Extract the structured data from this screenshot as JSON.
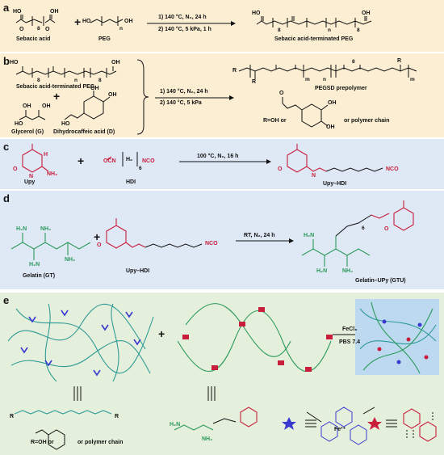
{
  "panels": {
    "a": {
      "label": "a",
      "sebacic_label": "Sebacic acid",
      "peg_label": "PEG",
      "step1": "1) 140 °C, N₂, 24 h",
      "step2": "2) 140 °C, 5 kPa, 1 h",
      "product_label": "Sebacic acid-terminated PEG",
      "sub8": "8",
      "subn": "n"
    },
    "b": {
      "label": "b",
      "reactant_label": "Sebacic acid-terminated PEG",
      "glycerol_label": "Glycerol (G)",
      "dhca_label": "Dihydrocaffeic acid (D)",
      "step1": "1) 140 °C, N₂, 24 h",
      "step2": "2) 140 °C, 5 kPa",
      "product_label": "PEGSD prepolymer",
      "r_def": "R=OH or",
      "or_polymer": "or polymer chain",
      "r": "R",
      "m": "m",
      "sub8": "8",
      "subn": "n"
    },
    "c": {
      "label": "c",
      "upy_label": "Upy",
      "hdi_label": "HDI",
      "conditions": "100 °C, N₂, 16 h",
      "product_label": "Upy–HDI",
      "ocn": "OCN",
      "nco": "NCO",
      "sub6": "6"
    },
    "d": {
      "label": "d",
      "gelatin_label": "Gelatin (GT)",
      "upyhdi_label": "Upy–HDI",
      "conditions": "RT, N₂, 24 h",
      "product_label": "Gelatin–UPy (GTU)",
      "nco": "NCO",
      "sub6": "6"
    },
    "e": {
      "label": "e",
      "reagent": "FeCl₃",
      "ph": "PBS 7.4",
      "r_def": "R=OH or",
      "or_polymer": "or polymer chain",
      "fe": "Fe³⁺"
    }
  },
  "colors": {
    "panel_ab_bg": "#fbeed3",
    "panel_cd_bg": "#dfe8f5",
    "panel_e_bg": "#e5f0dc",
    "gelatin_green": "#2a9a5a",
    "upy_red": "#c81e3c",
    "peg_teal": "#2f9a96",
    "catechol_blue": "#3a3ad0"
  }
}
